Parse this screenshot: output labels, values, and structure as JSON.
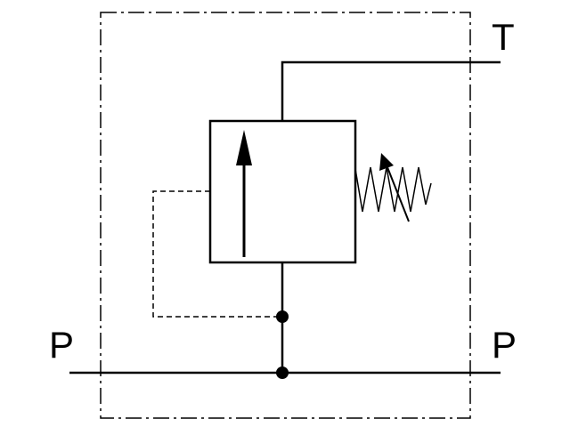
{
  "diagram": {
    "ports": {
      "tank": "T",
      "pressure_left": "P",
      "pressure_right": "P"
    }
  },
  "colors": {
    "line": "#000000",
    "background": "#ffffff"
  },
  "icons": {
    "spring": "adjustable-spring-icon",
    "flow_arrow": "arrow-up-icon"
  }
}
